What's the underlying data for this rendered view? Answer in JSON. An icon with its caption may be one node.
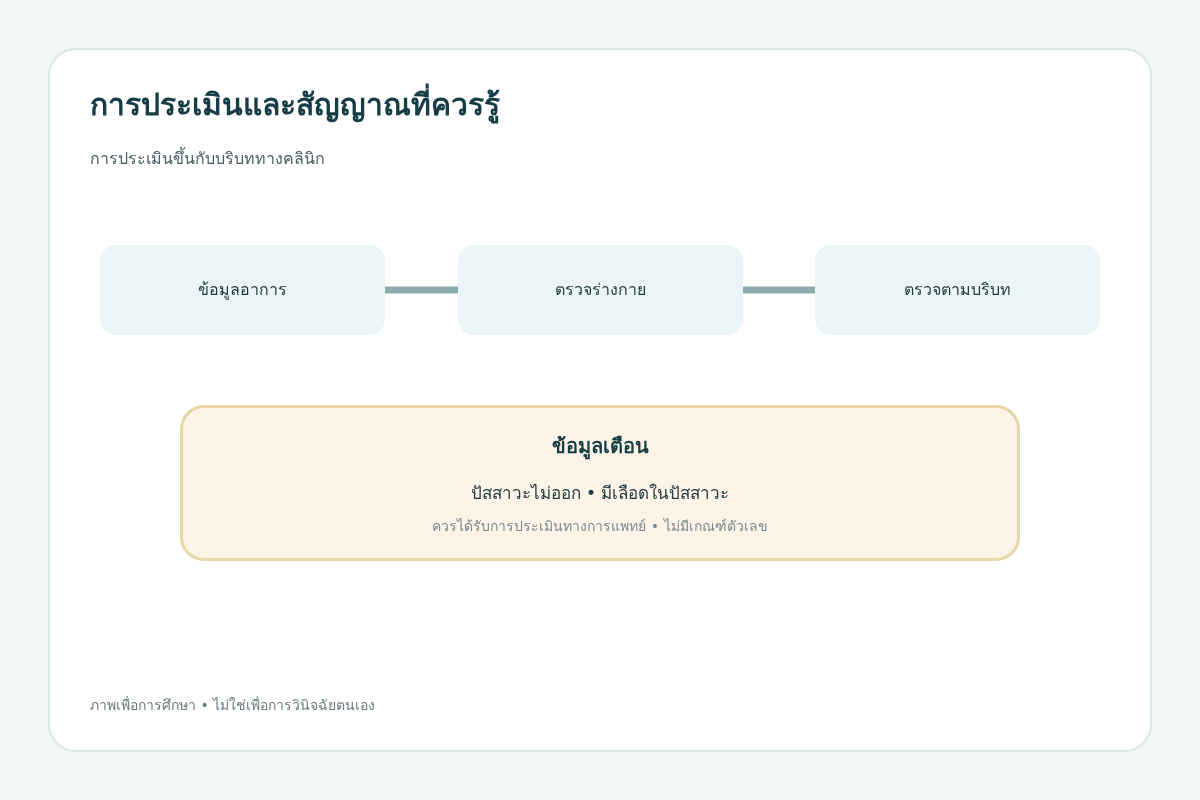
{
  "diagram": {
    "title": "การประเมินและสัญญาณที่ควรรู้",
    "nodes": [
      {
        "text": [
          "ข้อมูลอาการ"
        ]
      },
      {
        "text": [
          "ตรวจร่างกาย"
        ]
      },
      {
        "text": [
          "ตรวจตามบริบท"
        ]
      },
      {
        "text": [
          "ข้อมูลเตือน",
          "ปัสสาวะไม่ออก • มีเลือดในปัสสาวะ",
          "ควรได้รับการประเมินทางการแพทย์ • ไม่มีเกณฑ์ตัวเลข"
        ]
      }
    ],
    "edges": [
      {
        "from": 0,
        "to": 1,
        "arrow": "none"
      },
      {
        "from": 1,
        "to": 2,
        "arrow": "none"
      }
    ],
    "labels": [
      "การประเมินขึ้นกับบริบททางคลินิก",
      "ภาพเพื่อการศึกษา • ไม่ใช่เพื่อการวินิจฉัยตนเอง"
    ]
  }
}
